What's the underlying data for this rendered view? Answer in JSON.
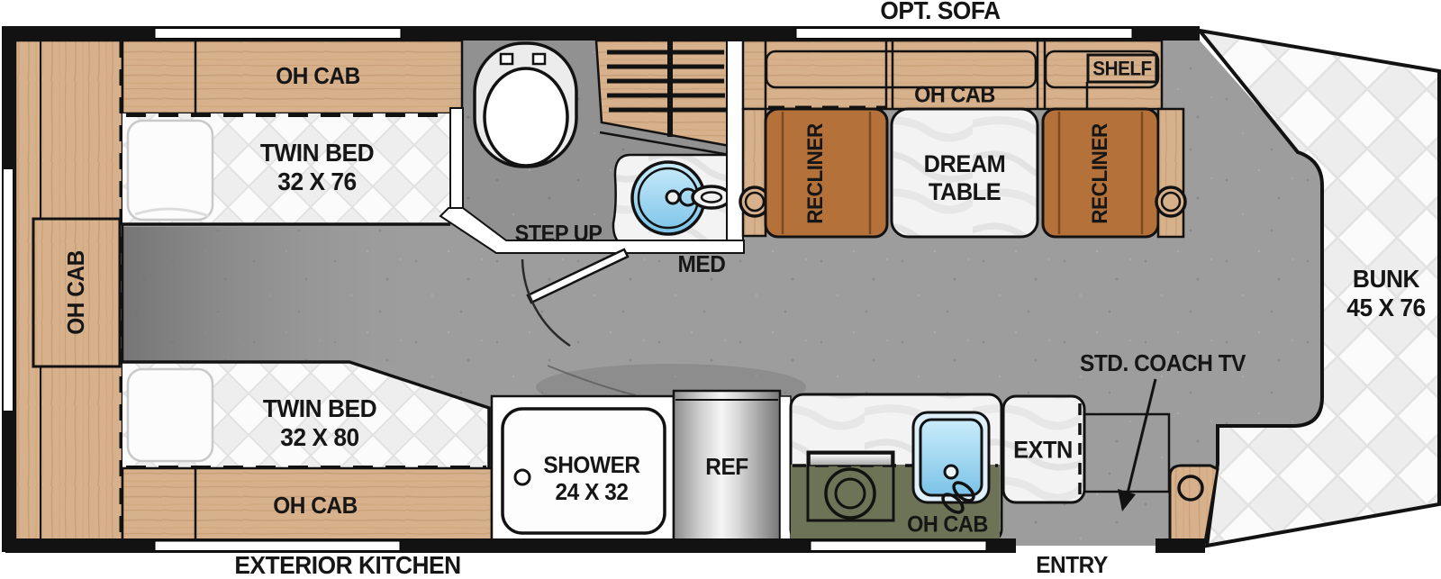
{
  "colors": {
    "wood": "#d7b08c",
    "wood-dark": "#b98f63",
    "recliner": "#b5713a",
    "floor": "#9d9d9d",
    "bath-floor": "#929292",
    "green": "#6d7357",
    "sink-blue": "#7cc3e8",
    "marble": "#f3f3f3",
    "wall": "#121212"
  },
  "labels": {
    "opt_sofa": "OPT. SOFA",
    "exterior_kitchen": "EXTERIOR KITCHEN",
    "entry": "ENTRY",
    "rear_oh_cab": "OH CAB",
    "bed_top": {
      "cab": "OH CAB",
      "line1": "TWIN BED",
      "line2": "32 X 76"
    },
    "bed_bottom": {
      "cab": "OH CAB",
      "line1": "TWIN BED",
      "line2": "32 X 80"
    },
    "bath": {
      "step_up": "STEP UP",
      "med": "MED"
    },
    "living": {
      "oh_cab": "OH CAB",
      "shelf": "SHELF",
      "recliner_left": "RECLINER",
      "recliner_right": "RECLINER",
      "table_line1": "DREAM",
      "table_line2": "TABLE"
    },
    "kitchen": {
      "shower_line1": "SHOWER",
      "shower_line2": "24 X 32",
      "ref": "REF",
      "oh_cab": "OH CAB",
      "extn": "EXTN"
    },
    "front": {
      "tv": "STD. COACH TV",
      "bunk_line1": "BUNK",
      "bunk_line2": "45 X 76"
    }
  }
}
